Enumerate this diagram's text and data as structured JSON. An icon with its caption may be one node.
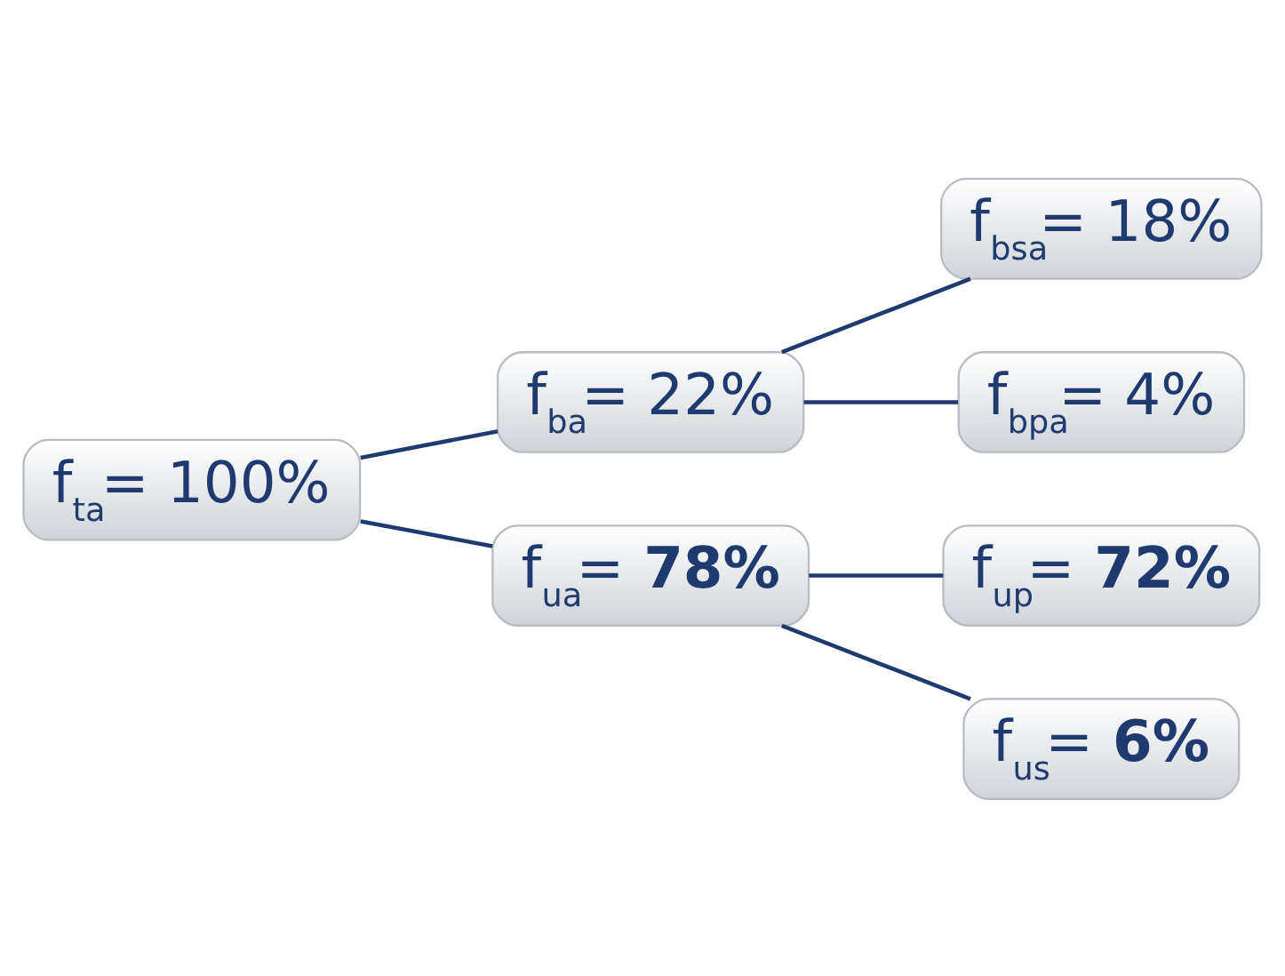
{
  "diagram": {
    "nodes": [
      {
        "text": [
          "f$_{ta}$= 100%"
        ]
      },
      {
        "text": [
          "f$_{ba}$= 22%"
        ]
      },
      {
        "text": [
          "f$_{ua}$= **78%**"
        ]
      },
      {
        "text": [
          "f$_{bsa}$= 18%"
        ]
      },
      {
        "text": [
          "f$_{bpa}$= 4%"
        ]
      },
      {
        "text": [
          "f$_{up}$= **72%**"
        ]
      },
      {
        "text": [
          "f$_{us}$= **6%**"
        ]
      }
    ],
    "edges": [
      {
        "from": 0,
        "to": 1,
        "arrow": "none"
      },
      {
        "from": 0,
        "to": 2,
        "arrow": "none"
      },
      {
        "from": 1,
        "to": 3,
        "arrow": "none"
      },
      {
        "from": 1,
        "to": 4,
        "arrow": "none"
      },
      {
        "from": 2,
        "to": 5,
        "arrow": "none"
      },
      {
        "from": 2,
        "to": 6,
        "arrow": "none"
      }
    ]
  }
}
